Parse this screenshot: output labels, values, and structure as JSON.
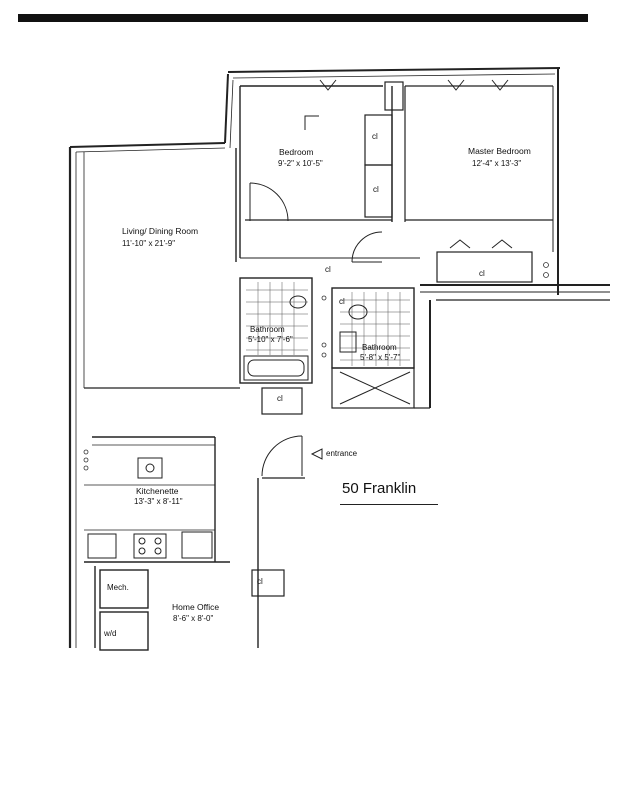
{
  "plan": {
    "title": "50 Franklin",
    "entrance_label": "entrance",
    "rooms": {
      "bedroom": {
        "name": "Bedroom",
        "dims": "9'-2\" x 10'-5\""
      },
      "master_bedroom": {
        "name": "Master Bedroom",
        "dims": "12'-4\" x 13'-3\""
      },
      "living_dining": {
        "name": "Living/ Dining Room",
        "dims": "11'-10\" x 21'-9\""
      },
      "bathroom_1": {
        "name": "Bathroom",
        "dims": "5'-10\" x 7'-6\""
      },
      "bathroom_2": {
        "name": "Bathroom",
        "dims": "5'-8\" x 5'-7\""
      },
      "kitchenette": {
        "name": "Kitchenette",
        "dims": "13'-3\" x 8'-11\""
      },
      "home_office": {
        "name": "Home Office",
        "dims": "8'-6\" x 8'-0\""
      }
    },
    "closet_label": "cl",
    "mech_label": "Mech.",
    "wd_label": "w/d"
  }
}
